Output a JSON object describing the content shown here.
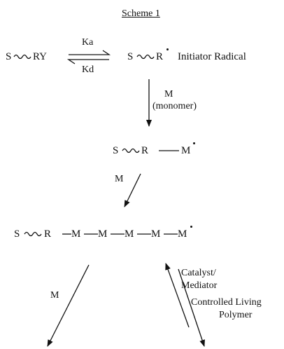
{
  "title": "Scheme 1",
  "stage1": {
    "left_S": "S",
    "left_RY": "RY",
    "forward_label": "Ka",
    "reverse_label": "Kd",
    "right_S": "S",
    "right_R": "R",
    "description": "Initiator Radical"
  },
  "step1": {
    "label_line1": "M",
    "label_line2": "(monomer)"
  },
  "stage2": {
    "S": "S",
    "R": "R",
    "M": "M"
  },
  "step2": {
    "label": "M"
  },
  "stage3": {
    "S": "S",
    "R": "R",
    "units": [
      "M",
      "M",
      "M",
      "M",
      "M"
    ]
  },
  "branch_left": {
    "label": "M"
  },
  "branch_right": {
    "label_line1": "Catalyst/",
    "label_line2": "Mediator",
    "label_line3": "Controlled Living",
    "label_line4": "Polymer"
  }
}
